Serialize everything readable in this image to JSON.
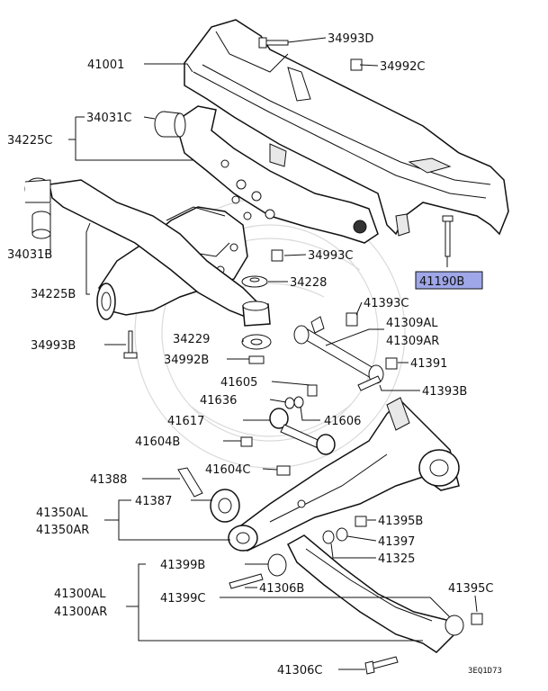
{
  "highlight_color": "#9fa7e8",
  "corner_code": "3EQ1D73",
  "labels": {
    "p34993D": "34993D",
    "p41001": "41001",
    "p34992C": "34992C",
    "p34031C": "34031C",
    "p34225C": "34225C",
    "p34031B": "34031B",
    "p34225B": "34225B",
    "p34993C": "34993C",
    "p41190B": "41190B",
    "p34228": "34228",
    "p41393C": "41393C",
    "p34229": "34229",
    "p41309AL": "41309AL",
    "p41309AR": "41309AR",
    "p34993B": "34993B",
    "p34992B": "34992B",
    "p41391": "41391",
    "p41605": "41605",
    "p41393B": "41393B",
    "p41636": "41636",
    "p41606": "41606",
    "p41617": "41617",
    "p41604B": "41604B",
    "p41388": "41388",
    "p41604C": "41604C",
    "p41350AL": "41350AL",
    "p41350AR": "41350AR",
    "p41387": "41387",
    "p41395B": "41395B",
    "p41397": "41397",
    "p41325": "41325",
    "p41399B": "41399B",
    "p41300AL": "41300AL",
    "p41300AR": "41300AR",
    "p41306B": "41306B",
    "p41399C": "41399C",
    "p41395C": "41395C",
    "p41306C": "41306C"
  }
}
